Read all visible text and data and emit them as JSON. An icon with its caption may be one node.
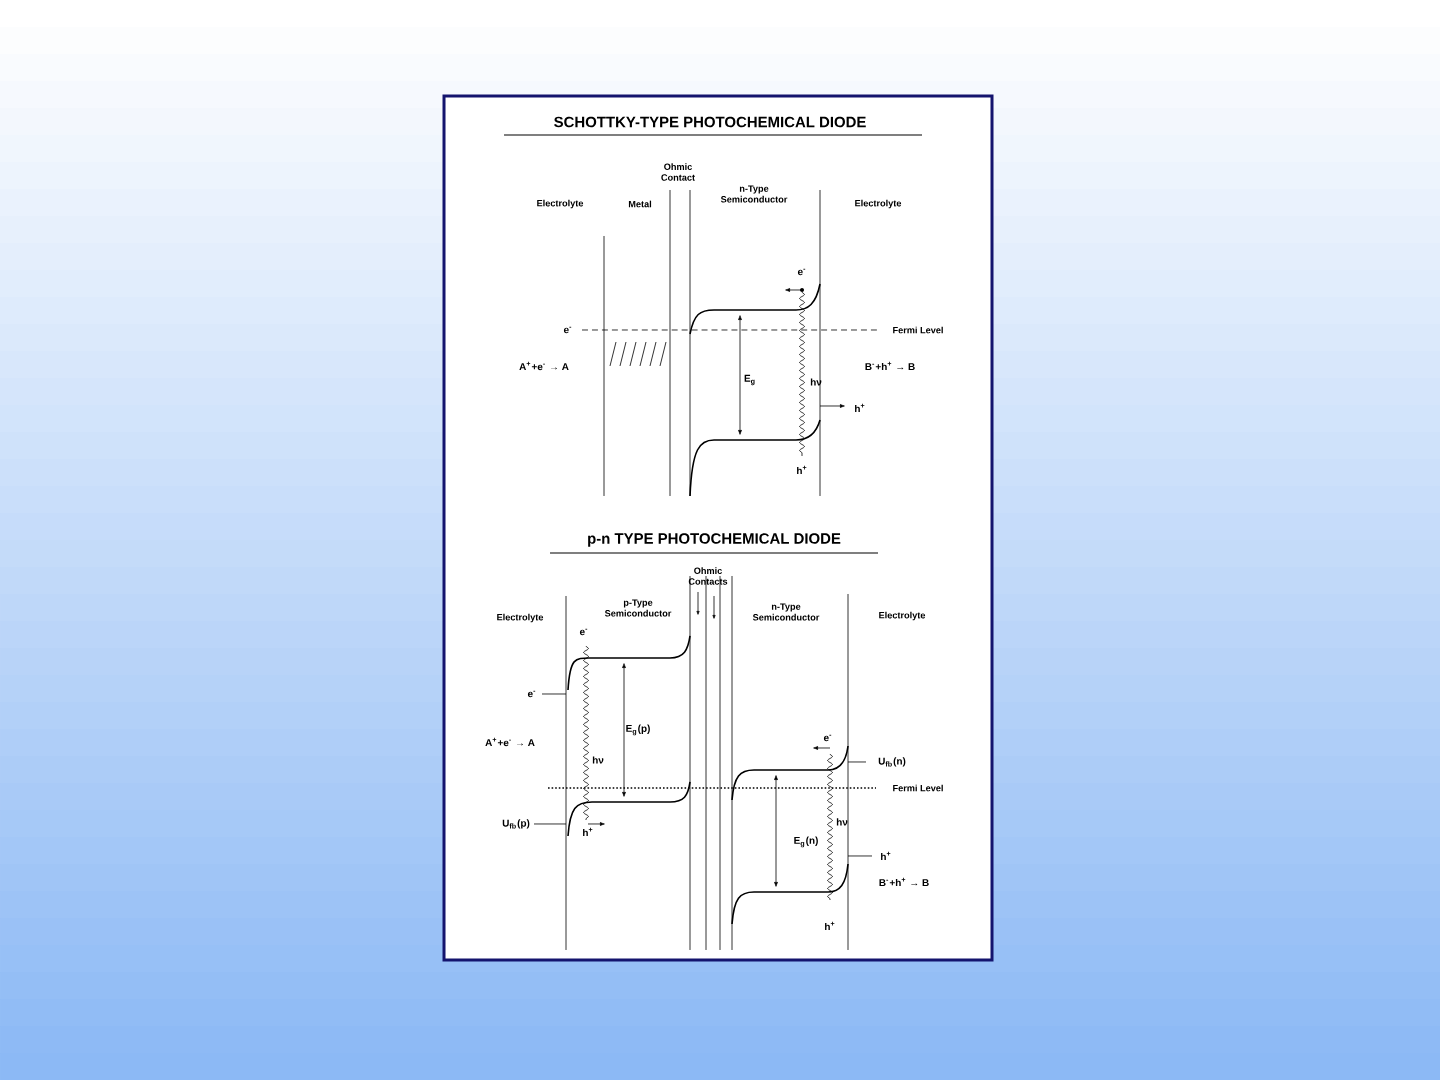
{
  "diagram": {
    "labels": [
      "SCHOTTKY-TYPE PHOTOCHEMICAL DIODE",
      "Ohmic Contact",
      "Electrolyte",
      "Metal",
      "n-Type Semiconductor",
      "Electrolyte",
      "e$^{-}$",
      "e$^{-}$",
      "Fermi Level",
      "A$^{+}$+e$^{-}$ → A",
      "E$_{g}$",
      "hν",
      "B$^{-}$+h$^{+}$ → B",
      "h$^{+}$",
      "h$^{+}$",
      "p-n TYPE PHOTOCHEMICAL DIODE",
      "Ohmic Contacts",
      "p-Type Semiconductor",
      "n-Type Semiconductor",
      "Electrolyte",
      "Electrolyte",
      "e$^{-}$",
      "e$^{-}$",
      "E$_{g}$(p)",
      "A$^{+}$+e$^{-}$ → A",
      "hν",
      "e$^{-}$",
      "U$_{fb}$(n)",
      "Fermi Level",
      "U$_{fb}$(p)",
      "h$^{+}$",
      "hν",
      "E$_{g}$(n)",
      "h$^{+}$",
      "B$^{-}$+h$^{+}$ → B",
      "h$^{+}$"
    ]
  }
}
